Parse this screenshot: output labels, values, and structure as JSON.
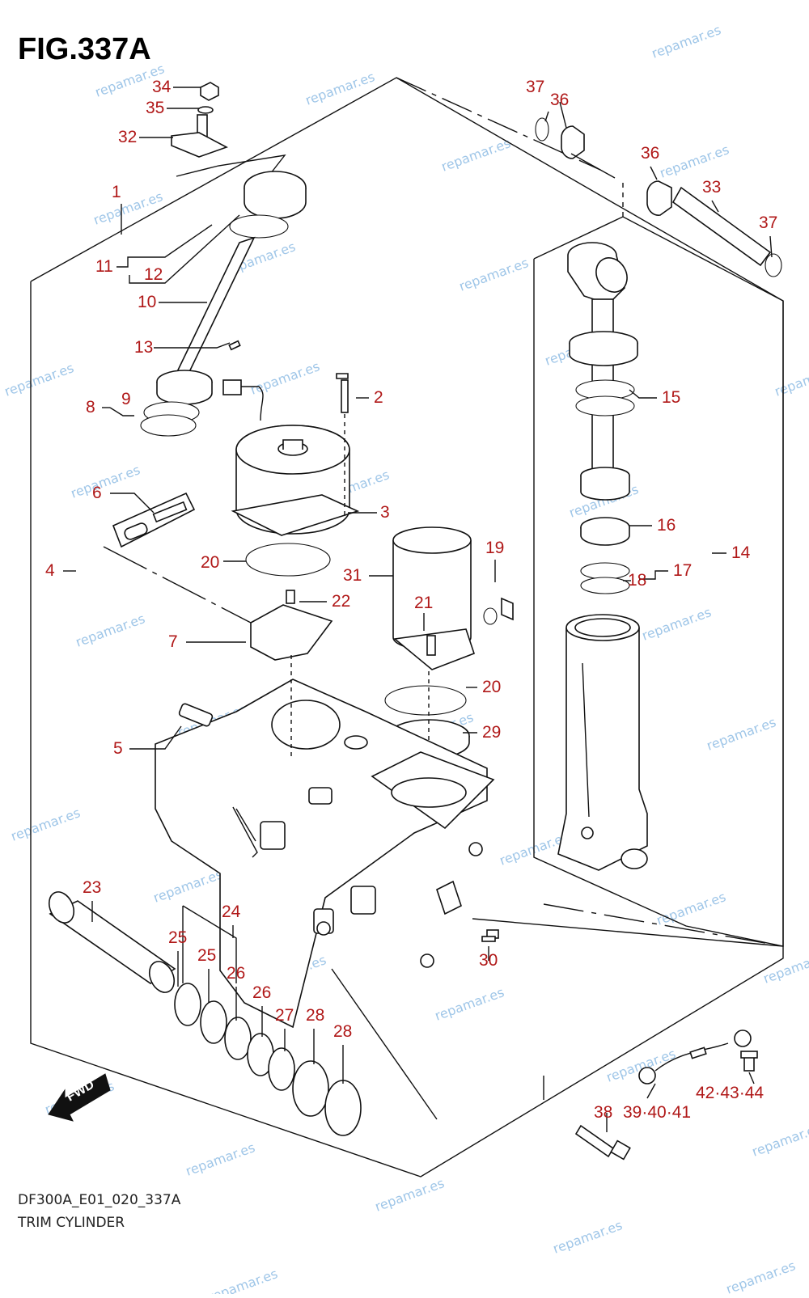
{
  "figure": {
    "title": "FIG.337A",
    "code": "DF300A_E01_020_337A",
    "name": "TRIM CYLINDER"
  },
  "callouts": [
    "1",
    "2",
    "3",
    "4",
    "5",
    "6",
    "7",
    "8",
    "9",
    "10",
    "11",
    "12",
    "13",
    "14",
    "15",
    "16",
    "17",
    "18",
    "19",
    "20",
    "20",
    "21",
    "22",
    "23",
    "24",
    "25",
    "25",
    "26",
    "26",
    "27",
    "28",
    "28",
    "29",
    "30",
    "31",
    "32",
    "33",
    "34",
    "35",
    "36",
    "36",
    "37",
    "37",
    "38",
    "39·40·41",
    "42·43·44"
  ],
  "watermark": {
    "text": "repamar.es",
    "color": "#9fc6e8"
  },
  "fwd_label": "FWD",
  "colors": {
    "callout": "#b01818",
    "line": "#111111"
  }
}
